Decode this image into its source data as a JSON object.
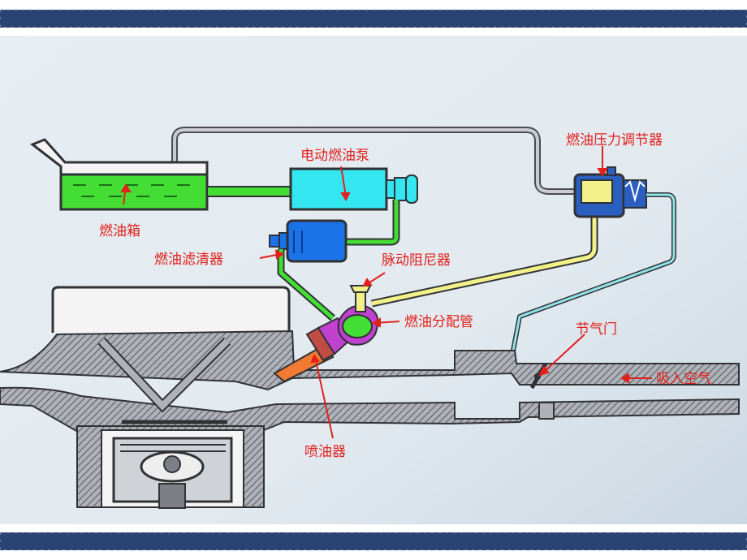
{
  "labels": {
    "fuel_pump": "电动燃油泵",
    "pressure_regulator": "燃油压力调节器",
    "fuel_tank": "燃油箱",
    "fuel_filter": "燃油滤清器",
    "pulsation_damper": "脉动阻尼器",
    "fuel_distributor": "燃油分配管",
    "throttle": "节气门",
    "intake_air": "吸入空气",
    "injector": "喷油器"
  },
  "colors": {
    "label_text": "#e3201b",
    "fuel_tank": "#44dd33",
    "fuel_line": "#3fc93a",
    "pump": "#33e6f0",
    "filter": "#1a73e8",
    "return_line": "#f2f088",
    "vacuum_line": "#8fe3e8",
    "distributor": "#c040d0",
    "injector": "#f27a33",
    "engine_hatch": "#7d7f86",
    "frame_dark": "#243c6a"
  }
}
